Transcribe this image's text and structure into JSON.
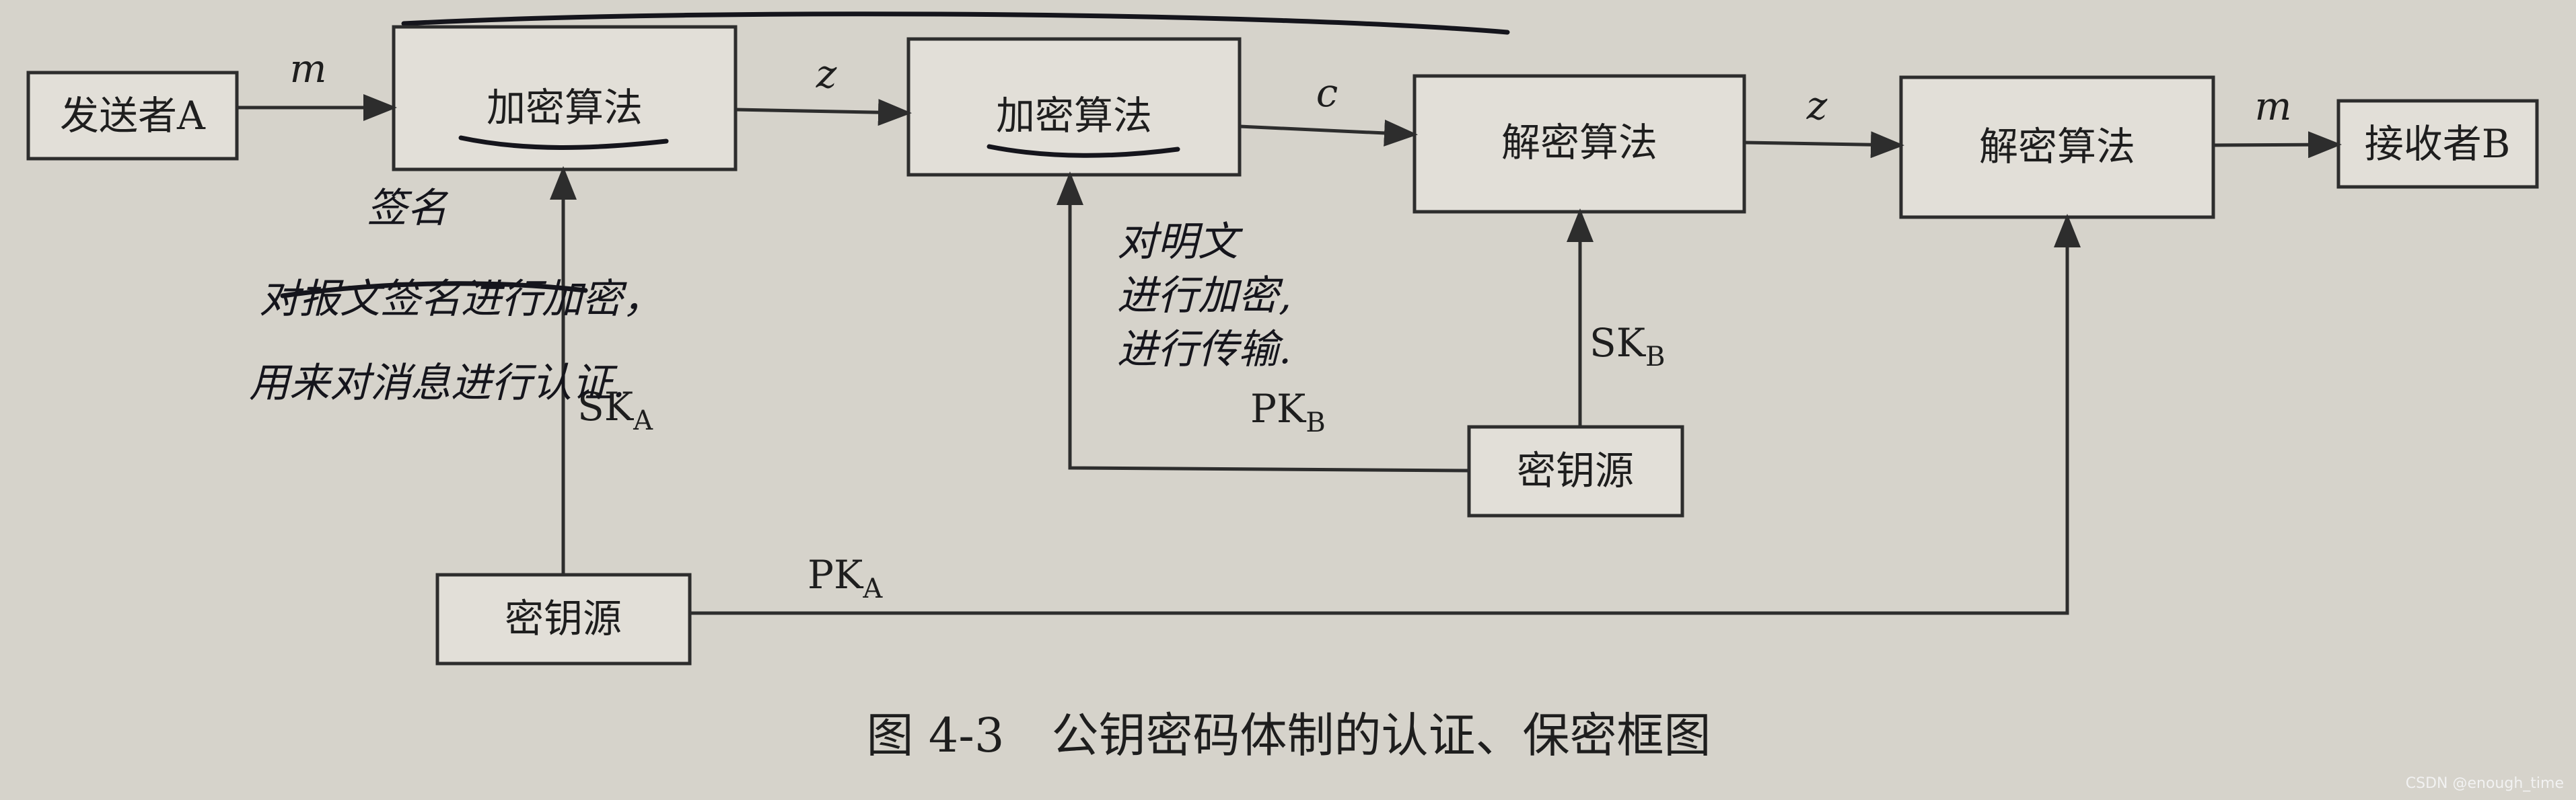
{
  "boxes": {
    "sender": "发送者A",
    "encrypt1": "加密算法",
    "encrypt2": "加密算法",
    "decrypt1": "解密算法",
    "decrypt2": "解密算法",
    "receiver": "接收者B",
    "keysource_a": "密钥源",
    "keysource_b": "密钥源"
  },
  "edge_labels": {
    "m_in": "m",
    "z_1": "z",
    "c": "c",
    "z_2": "z",
    "m_out": "m"
  },
  "keys": {
    "ska_main": "SK",
    "ska_sub": "A",
    "pkb_main": "PK",
    "pkb_sub": "B",
    "skb_main": "SK",
    "skb_sub": "B",
    "pka_main": "PK",
    "pka_sub": "A"
  },
  "caption": "图 4-3　公钥密码体制的认证、保密框图",
  "handwriting": {
    "note_top": "签名",
    "note_line1": "对报文签名进行加密，",
    "note_line2": "用来对消息进行认证.",
    "note_right1": "对明文",
    "note_right2": "进行加密,",
    "note_right3": "进行传输."
  },
  "watermark": "CSDN @enough_time"
}
